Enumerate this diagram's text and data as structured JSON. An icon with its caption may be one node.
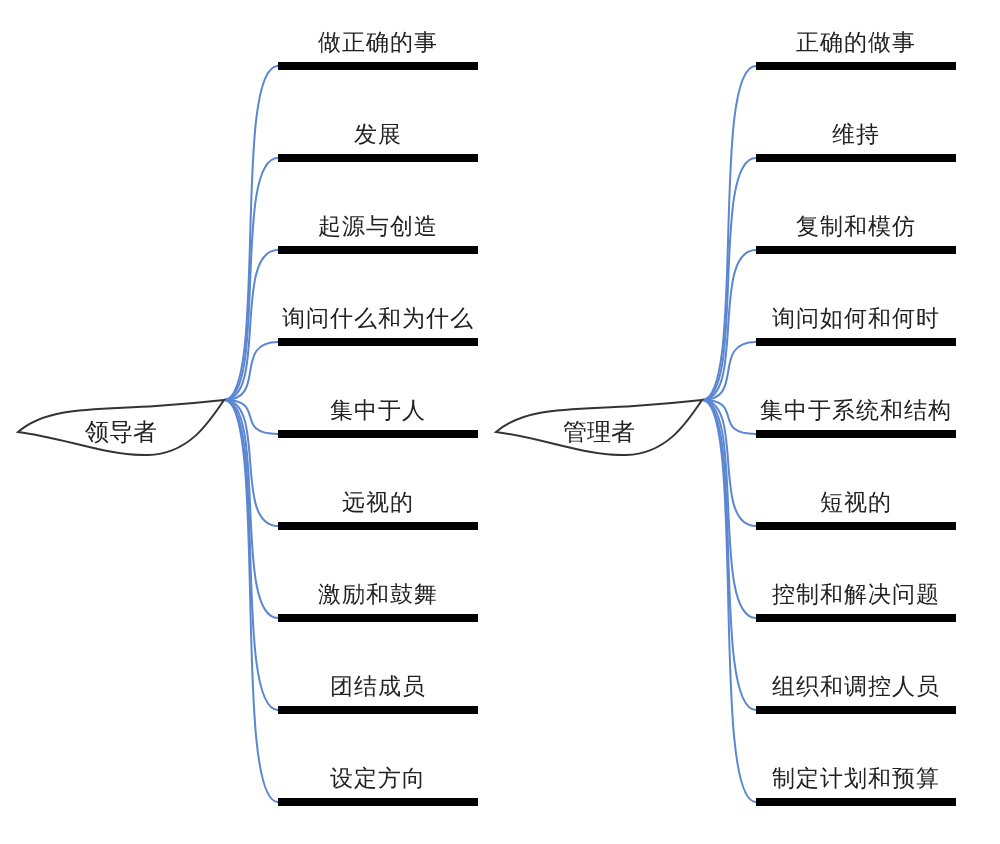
{
  "diagram": {
    "nodes": [
      {
        "text": [
          "领导者"
        ]
      },
      {
        "text": [
          "做正确的事"
        ]
      },
      {
        "text": [
          "发展"
        ]
      },
      {
        "text": [
          "起源与创造"
        ]
      },
      {
        "text": [
          "询问什么和为什么"
        ]
      },
      {
        "text": [
          "集中于人"
        ]
      },
      {
        "text": [
          "远视的"
        ]
      },
      {
        "text": [
          "激励和鼓舞"
        ]
      },
      {
        "text": [
          "团结成员"
        ]
      },
      {
        "text": [
          "设定方向"
        ]
      },
      {
        "text": [
          "管理者"
        ]
      },
      {
        "text": [
          "正确的做事"
        ]
      },
      {
        "text": [
          "维持"
        ]
      },
      {
        "text": [
          "复制和模仿"
        ]
      },
      {
        "text": [
          "询问如何和何时"
        ]
      },
      {
        "text": [
          "集中于系统和结构"
        ]
      },
      {
        "text": [
          "短视的"
        ]
      },
      {
        "text": [
          "控制和解决问题"
        ]
      },
      {
        "text": [
          "组织和调控人员"
        ]
      },
      {
        "text": [
          "制定计划和预算"
        ]
      }
    ],
    "edges": [
      {
        "from": 0,
        "to": 1,
        "arrow": "none"
      },
      {
        "from": 0,
        "to": 2,
        "arrow": "none"
      },
      {
        "from": 0,
        "to": 3,
        "arrow": "none"
      },
      {
        "from": 0,
        "to": 4,
        "arrow": "none"
      },
      {
        "from": 0,
        "to": 5,
        "arrow": "none"
      },
      {
        "from": 0,
        "to": 6,
        "arrow": "none"
      },
      {
        "from": 0,
        "to": 7,
        "arrow": "none"
      },
      {
        "from": 0,
        "to": 8,
        "arrow": "none"
      },
      {
        "from": 0,
        "to": 9,
        "arrow": "none"
      },
      {
        "from": 10,
        "to": 11,
        "arrow": "none"
      },
      {
        "from": 10,
        "to": 12,
        "arrow": "none"
      },
      {
        "from": 10,
        "to": 13,
        "arrow": "none"
      },
      {
        "from": 10,
        "to": 14,
        "arrow": "none"
      },
      {
        "from": 10,
        "to": 15,
        "arrow": "none"
      },
      {
        "from": 10,
        "to": 16,
        "arrow": "none"
      },
      {
        "from": 10,
        "to": 17,
        "arrow": "none"
      },
      {
        "from": 10,
        "to": 18,
        "arrow": "none"
      },
      {
        "from": 10,
        "to": 19,
        "arrow": "none"
      }
    ]
  }
}
